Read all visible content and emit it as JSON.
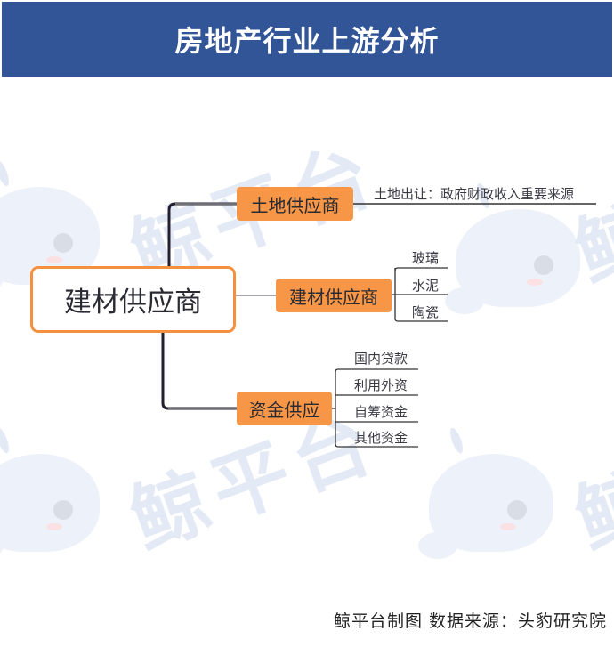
{
  "header": {
    "title": "房地产行业上游分析"
  },
  "watermark": {
    "text": "鲸平台",
    "icon": "whale-mascot-icon"
  },
  "mindmap": {
    "root": "建材供应商",
    "branches": [
      {
        "label": "土地供应商",
        "children": [
          "土地出让：政府财政收入重要来源"
        ]
      },
      {
        "label": "建材供应商",
        "children": [
          "玻璃",
          "水泥",
          "陶瓷"
        ]
      },
      {
        "label": "资金供应",
        "children": [
          "国内贷款",
          "利用外资",
          "自筹资金",
          "其他资金"
        ]
      }
    ]
  },
  "colors": {
    "header_bg": "#325597",
    "node_fill": "#f79646",
    "root_border": "#f5913e"
  },
  "footer": {
    "credit": "鲸平台制图  数据来源：头豹研究院"
  }
}
